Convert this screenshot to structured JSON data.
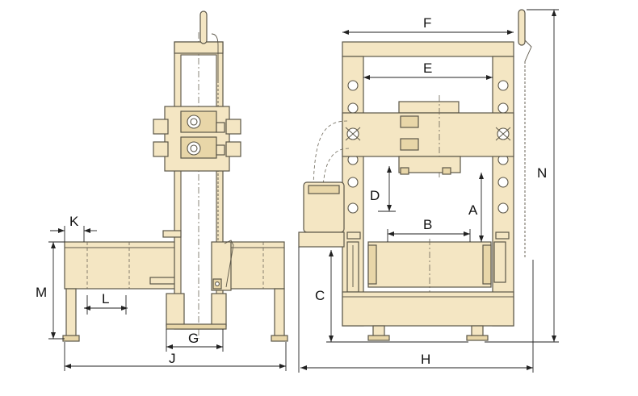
{
  "labels": {
    "K": "K",
    "M": "M",
    "L": "L",
    "G": "G",
    "J": "J",
    "F": "F",
    "E": "E",
    "D": "D",
    "B": "B",
    "A": "A",
    "C": "C",
    "H": "H",
    "N": "N"
  },
  "colors": {
    "body": "#f4e6c3",
    "outline": "#5b5648",
    "dimension": "#222222"
  }
}
